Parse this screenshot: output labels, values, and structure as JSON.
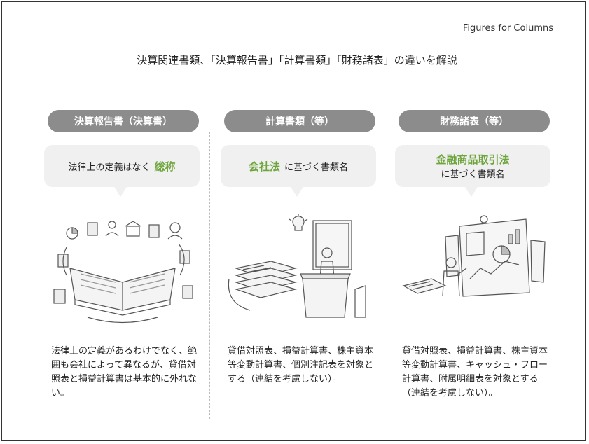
{
  "brand": "Figures for Columns",
  "title": "決算関連書類、「決算報告書」「計算書類」「財務諸表」の違いを解説",
  "columns": [
    {
      "heading": "決算報告書（決算書）",
      "bubble_text": "法律上の定義はなく",
      "bubble_highlight": "総称",
      "description": "法律上の定義があるわけでなく、範囲も会社によって異なるが、貸借対照表と損益計算書は基本的に外れない。"
    },
    {
      "heading": "計算書類（等）",
      "bubble_highlight": "会社法",
      "bubble_text": "に基づく書類名",
      "description": "貸借対照表、損益計算書、株主資本等変動計算書、個別注記表を対象とする（連結を考慮しない）。"
    },
    {
      "heading": "財務諸表（等）",
      "bubble_highlight": "金融商品取引法",
      "bubble_text": "に基づく書類名",
      "description": "貸借対照表、損益計算書、株主資本等変動計算書、キャッシュ・フロー計算書、附属明細表を対象とする（連結を考慮しない）。"
    }
  ],
  "colors": {
    "pill": "#8c8c8c",
    "bubble": "#f0f0f0",
    "highlight": "#6da53c"
  }
}
